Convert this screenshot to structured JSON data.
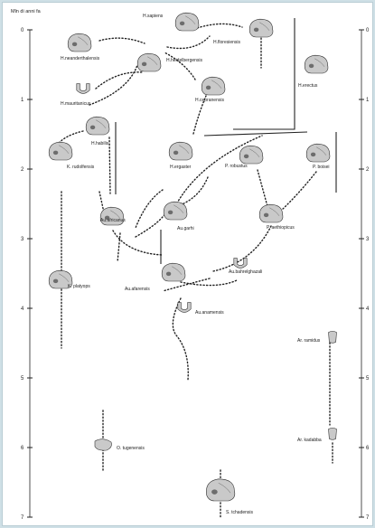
{
  "axis": {
    "title": "Mln di anni fa",
    "ticks": [
      "0",
      "1",
      "2",
      "3",
      "4",
      "5",
      "6",
      "7"
    ],
    "range": [
      0,
      7
    ]
  },
  "species": [
    {
      "id": "h-sapiens",
      "label": "H.sapiens",
      "icon": "skull-icon"
    },
    {
      "id": "h-floresiensis",
      "label": "H.floresiensis",
      "icon": "skull-icon"
    },
    {
      "id": "h-neanderthalensis",
      "label": "H.neanderthalensis",
      "icon": "skull-icon"
    },
    {
      "id": "h-heidelbergensis",
      "label": "H.heidelbergensis",
      "icon": "skull-icon"
    },
    {
      "id": "h-mauritanicus",
      "label": "H.mauritanicus",
      "icon": "jaw-icon"
    },
    {
      "id": "h-erectus",
      "label": "H.erectus",
      "icon": "skull-icon"
    },
    {
      "id": "h-cepranensis",
      "label": "H.cepranensis",
      "icon": "skull-icon"
    },
    {
      "id": "h-habilis",
      "label": "H.habilis",
      "icon": "skull-icon"
    },
    {
      "id": "k-rudolfensis",
      "label": "K. rudolfensis",
      "icon": "skull-icon"
    },
    {
      "id": "h-ergaster",
      "label": "H.ergaster",
      "icon": "skull-icon"
    },
    {
      "id": "p-robustus",
      "label": "P. robustus",
      "icon": "skull-icon"
    },
    {
      "id": "p-boisei",
      "label": "P. boisei",
      "icon": "skull-icon"
    },
    {
      "id": "au-africanus",
      "label": "Au.africanus",
      "icon": "skull-icon"
    },
    {
      "id": "au-garhi",
      "label": "Au.garhi",
      "icon": "skull-icon"
    },
    {
      "id": "p-aethiopicus",
      "label": "P. aethiopicus",
      "icon": "skull-icon"
    },
    {
      "id": "au-bahrelghazali",
      "label": "Au.bahrelghazali",
      "icon": "jaw-icon"
    },
    {
      "id": "k-platyops",
      "label": "K. platyops",
      "icon": "skull-icon"
    },
    {
      "id": "au-afarensis",
      "label": "Au.afarensis",
      "icon": "skull-icon"
    },
    {
      "id": "au-anamensis",
      "label": "Au.anamensis",
      "icon": "jaw-icon"
    },
    {
      "id": "ar-ramidus",
      "label": "Ar. ramidus",
      "icon": "tooth-icon"
    },
    {
      "id": "ar-kadabba",
      "label": "Ar. kadabba",
      "icon": "tooth-icon"
    },
    {
      "id": "o-tugenensis",
      "label": "O. tugenensis",
      "icon": "bone-icon"
    },
    {
      "id": "s-tchadensis",
      "label": "S. tchadensis",
      "icon": "skull-icon"
    }
  ]
}
